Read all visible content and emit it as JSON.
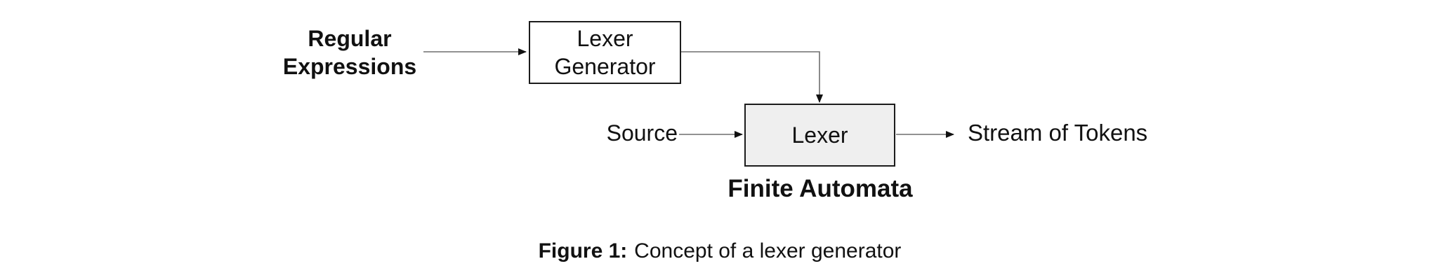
{
  "figure": {
    "caption": {
      "prefix": "Figure 1:",
      "text": "Concept of a lexer generator"
    }
  },
  "diagram": {
    "nodes": {
      "regex_label": {
        "line1": "Regular",
        "line2": "Expressions"
      },
      "generator_box": {
        "line1": "Lexer",
        "line2": "Generator"
      },
      "source_label": "Source",
      "lexer_box": {
        "label": "Lexer",
        "annotation": "Finite Automata"
      },
      "output_label": "Stream of Tokens"
    },
    "colors": {
      "background": "#ffffff",
      "text": "#111111",
      "box_border": "#1c1c1c",
      "generator_box_fill": "#ffffff",
      "lexer_box_fill": "#efefef",
      "connector_line": "#6e6e6e",
      "arrowhead": "#111111"
    }
  }
}
